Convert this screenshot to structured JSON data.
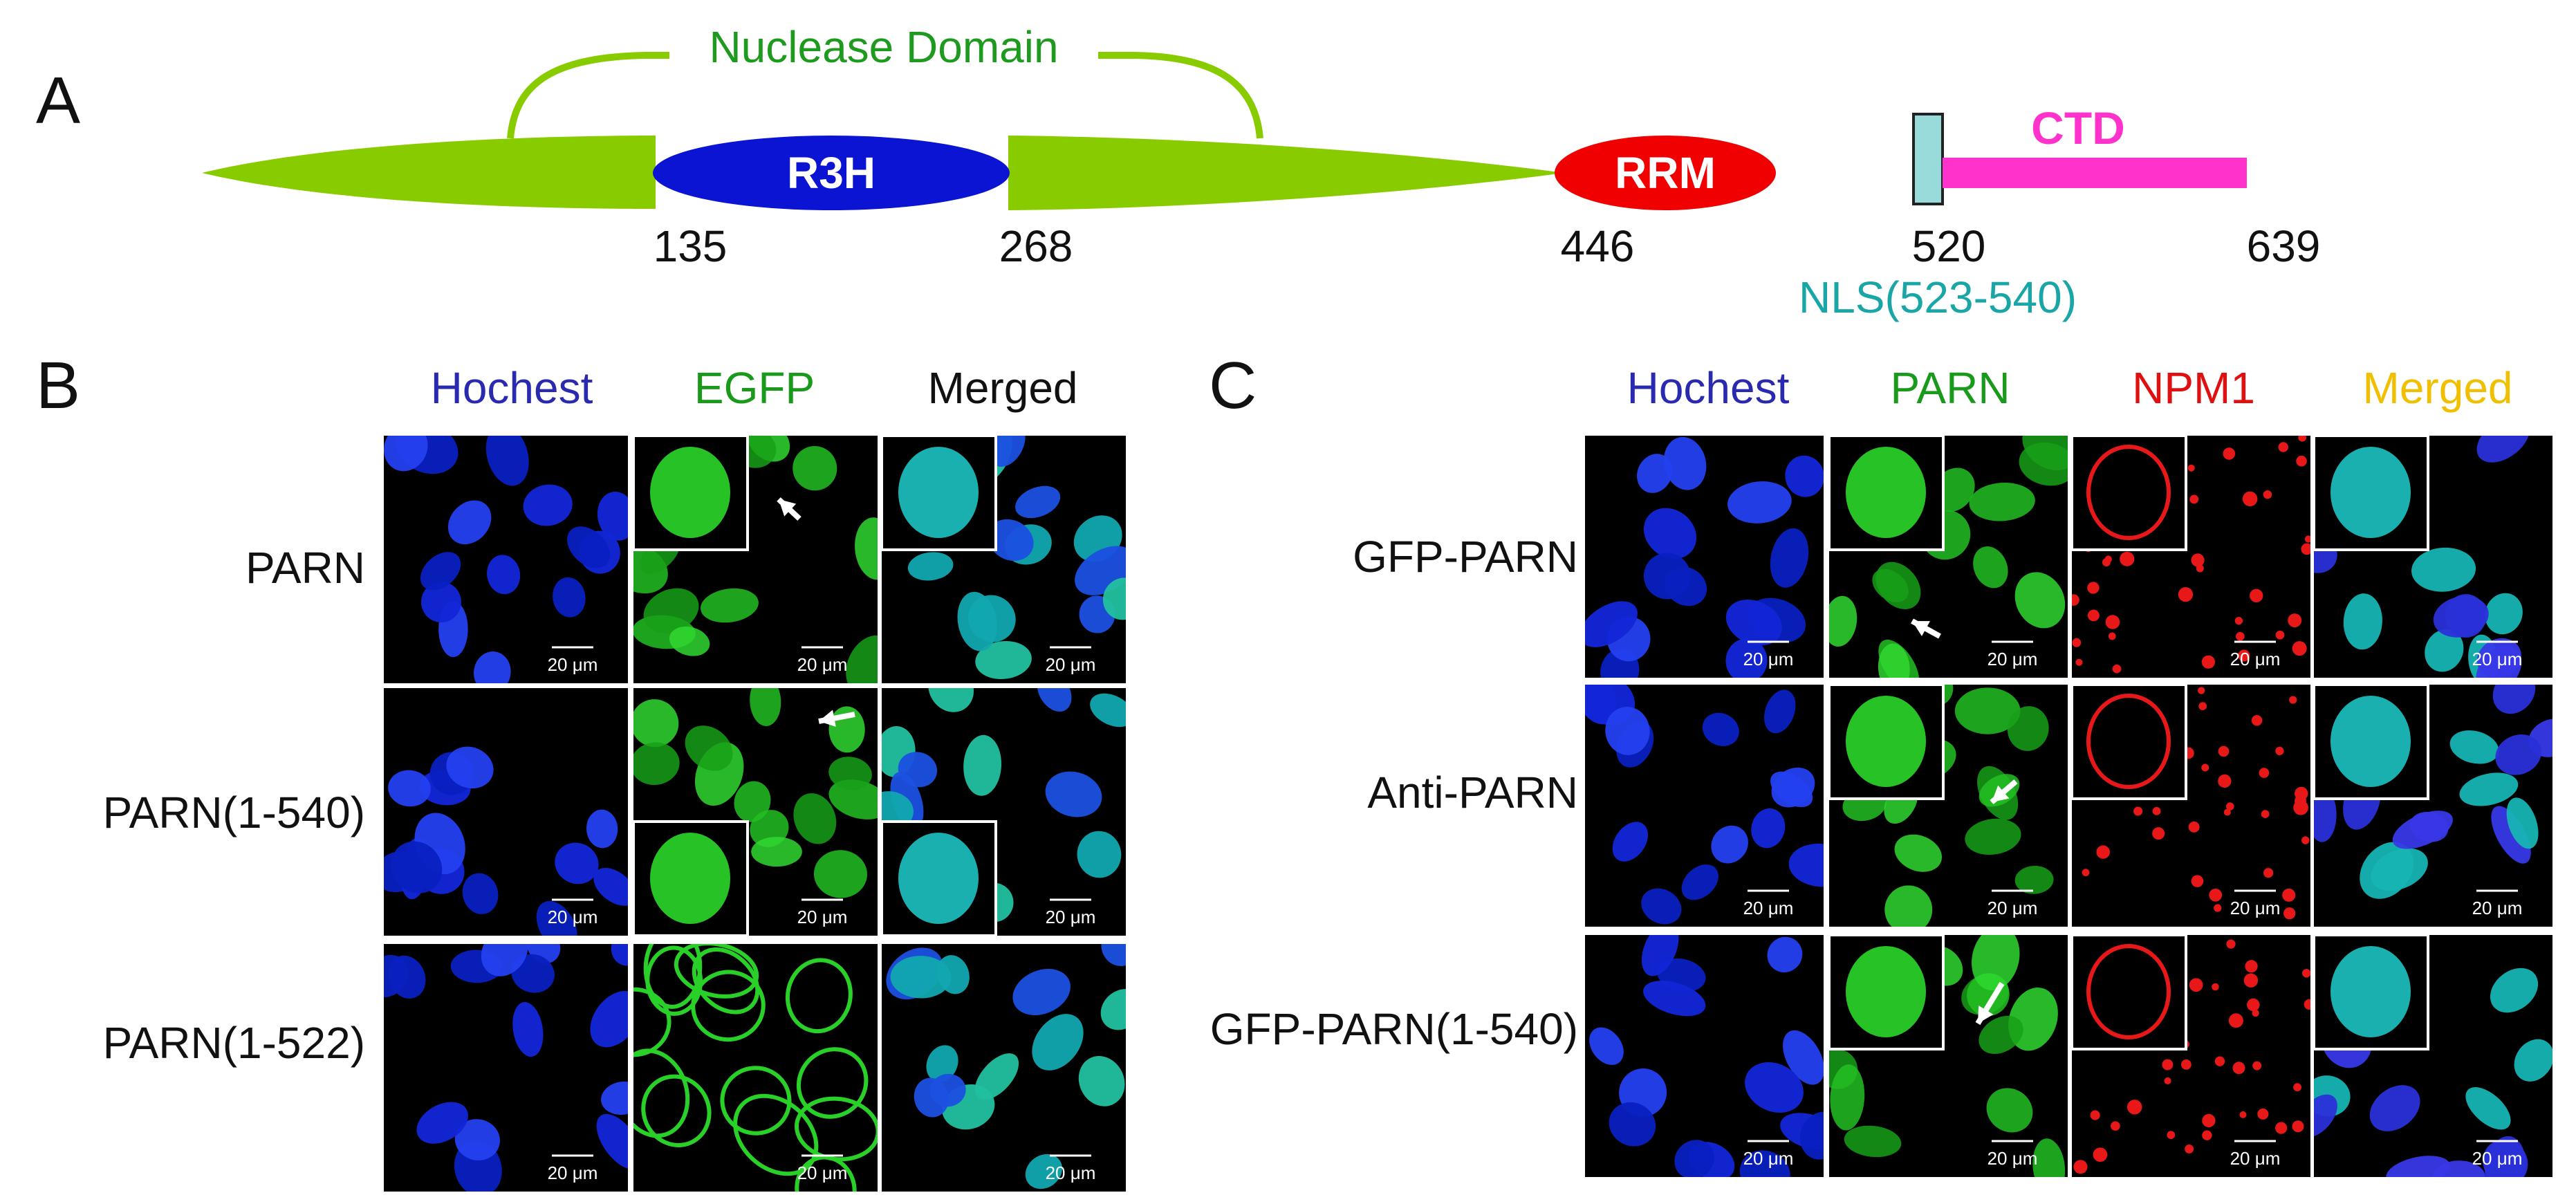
{
  "panel_a": {
    "letter": "A",
    "nuclease_label": "Nuclease Domain",
    "r3h_label": "R3H",
    "rrm_label": "RRM",
    "ctd_label": "CTD",
    "positions": [
      "135",
      "268",
      "446",
      "520",
      "639"
    ],
    "nls_label": "NLS(523-540)",
    "colors": {
      "nuclease": "#88cc00",
      "r3h": "#0a14d2",
      "rrm": "#f00000",
      "nls_box": "#99dada",
      "ctd": "#ff33cc",
      "nls_text": "#1aa6a6"
    }
  },
  "panel_b": {
    "letter": "B",
    "columns": [
      "Hochest",
      "EGFP",
      "Merged"
    ],
    "column_colors": [
      "#2a2ab0",
      "#1a9a1a",
      "#111111"
    ],
    "rows": [
      "PARN",
      "PARN(1-540)",
      "PARN(1-522)"
    ],
    "scale_bar": "20 μm"
  },
  "panel_c": {
    "letter": "C",
    "columns": [
      "Hochest",
      "PARN",
      "NPM1",
      "Merged"
    ],
    "column_colors": [
      "#2a2ab0",
      "#1a9a1a",
      "#e01010",
      "#f0c000"
    ],
    "rows": [
      "GFP-PARN",
      "Anti-PARN",
      "GFP-PARN(1-540)"
    ],
    "scale_bar": "20 μm"
  }
}
